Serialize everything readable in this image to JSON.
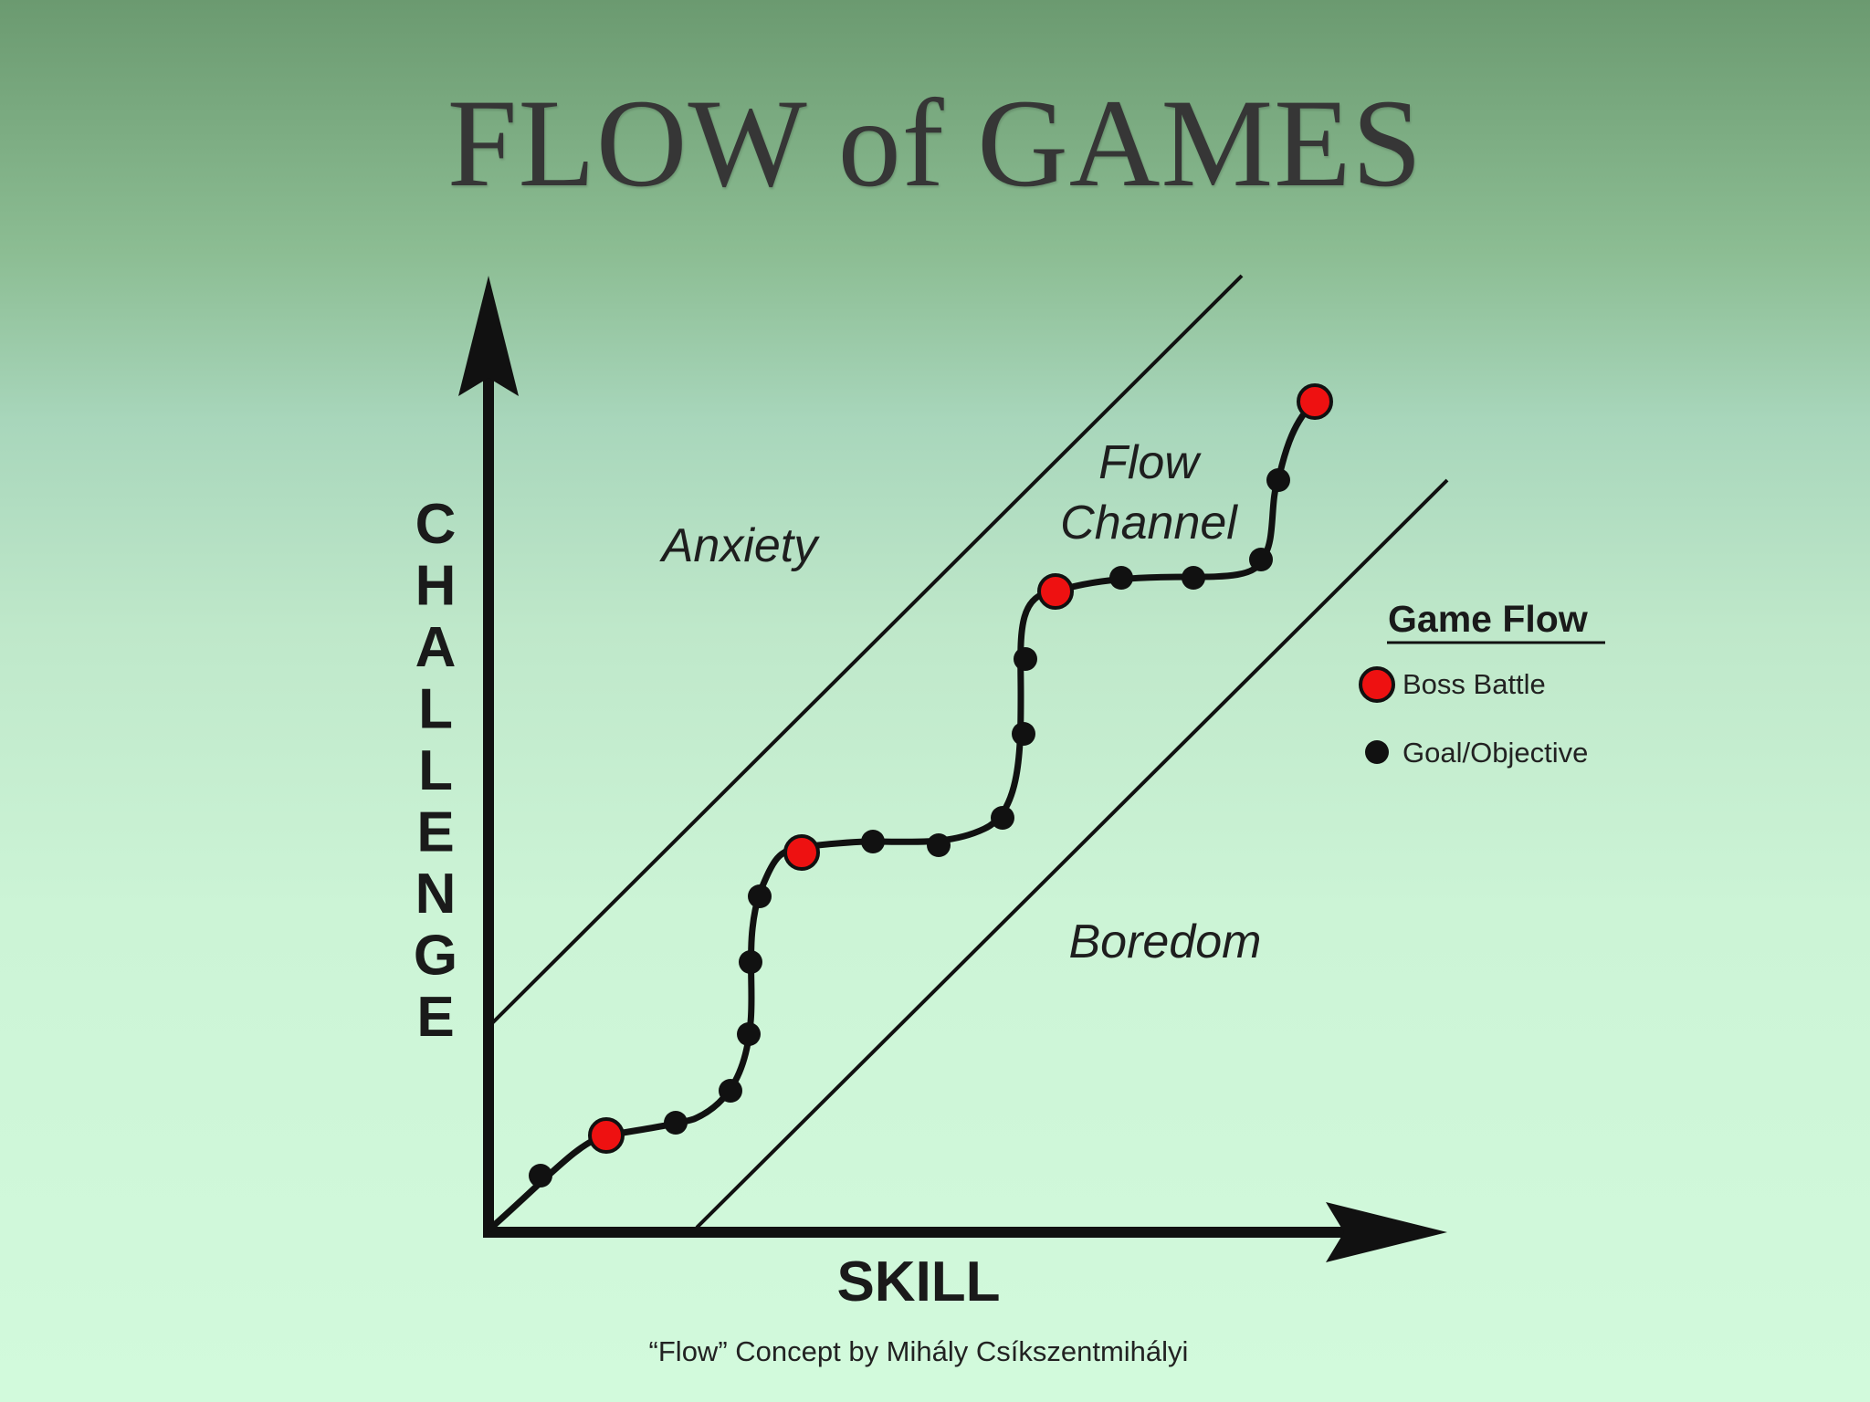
{
  "title": "FLOW of GAMES",
  "axes": {
    "y_label": "CHALLENGE",
    "x_label": "SKILL"
  },
  "regions": {
    "anxiety": "Anxiety",
    "flow_channel_line1": "Flow",
    "flow_channel_line2": "Channel",
    "boredom": "Boredom"
  },
  "legend": {
    "title": "Game Flow",
    "boss_battle": "Boss Battle",
    "goal_objective": "Goal/Objective"
  },
  "credit": "“Flow” Concept by Mihály Csíkszentmihályi",
  "colors": {
    "boss": "#ee1111",
    "goal": "#111111",
    "ink": "#111111"
  }
}
